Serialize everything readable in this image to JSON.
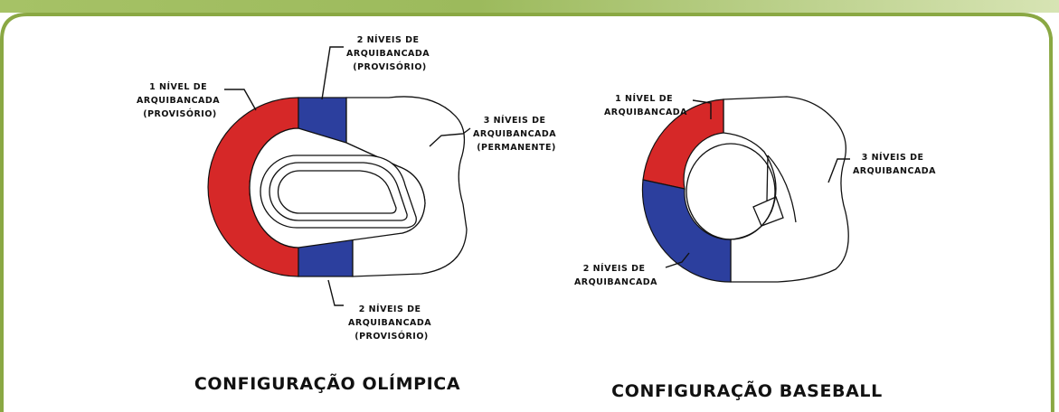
{
  "colors": {
    "frame_border": "#8aa843",
    "header_bar": "#97b45a",
    "provisional_red": "#d62828",
    "provisional_blue": "#2c3f9e",
    "permanent_white": "#ffffff"
  },
  "olympic": {
    "title": "CONFIGURAÇÃO OLÍMPICA",
    "label_top": [
      "2 NÍVEIS DE",
      "ARQUIBANCADA",
      "(PROVISÓRIO)"
    ],
    "label_left": [
      "1 NÍVEL DE",
      "ARQUIBANCADA",
      "(PROVISÓRIO)"
    ],
    "label_right": [
      "3 NÍVEIS DE",
      "ARQUIBANCADA",
      "(PERMANENTE)"
    ],
    "label_bottom": [
      "2 NÍVEIS DE",
      "ARQUIBANCADA",
      "(PROVISÓRIO)"
    ]
  },
  "baseball": {
    "title": "CONFIGURAÇÃO BASEBALL",
    "label_top": [
      "1 NÍVEL DE",
      "ARQUIBANCADA"
    ],
    "label_right": [
      "3 NÍVEIS DE",
      "ARQUIBANCADA"
    ],
    "label_bottom": [
      "2 NÍVEIS DE",
      "ARQUIBANCADA"
    ]
  }
}
